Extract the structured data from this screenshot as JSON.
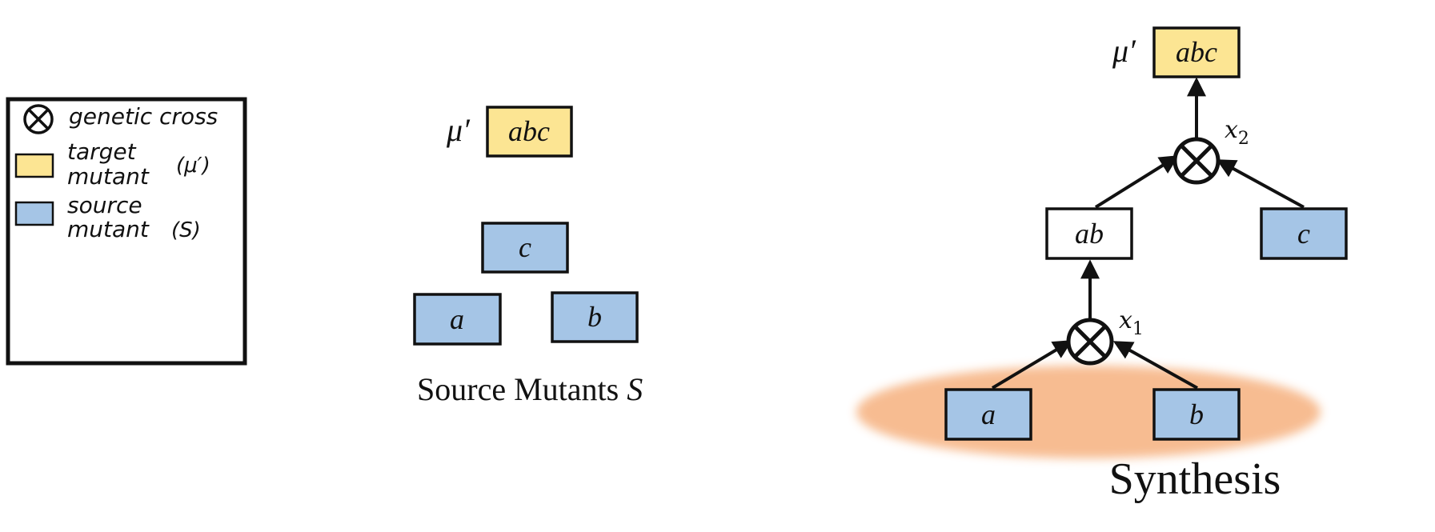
{
  "colors": {
    "target": "#fce593",
    "source": "#a5c5e6",
    "intermediate": "#ffffff",
    "synthesis_halo": "#f7b98c",
    "stroke": "#111111"
  },
  "legend": {
    "cross_label": "genetic cross",
    "target_label_line1": "target",
    "target_label_line2": "mutant",
    "target_symbol": "(μ′)",
    "source_label_line1": "source",
    "source_label_line2": "mutant",
    "source_symbol": "(S)"
  },
  "middle": {
    "target_symbol": "μ′",
    "target_box": "abc",
    "sources": [
      "c",
      "a",
      "b"
    ],
    "caption_text": "Source Mutants ",
    "caption_var": "S"
  },
  "right": {
    "target_symbol": "μ′",
    "target_box": "abc",
    "intermediate_box": "ab",
    "source_c": "c",
    "source_a": "a",
    "source_b": "b",
    "cross1": {
      "var": "x",
      "sub": "1"
    },
    "cross2": {
      "var": "x",
      "sub": "2"
    },
    "synthesis_label": "Synthesis"
  }
}
